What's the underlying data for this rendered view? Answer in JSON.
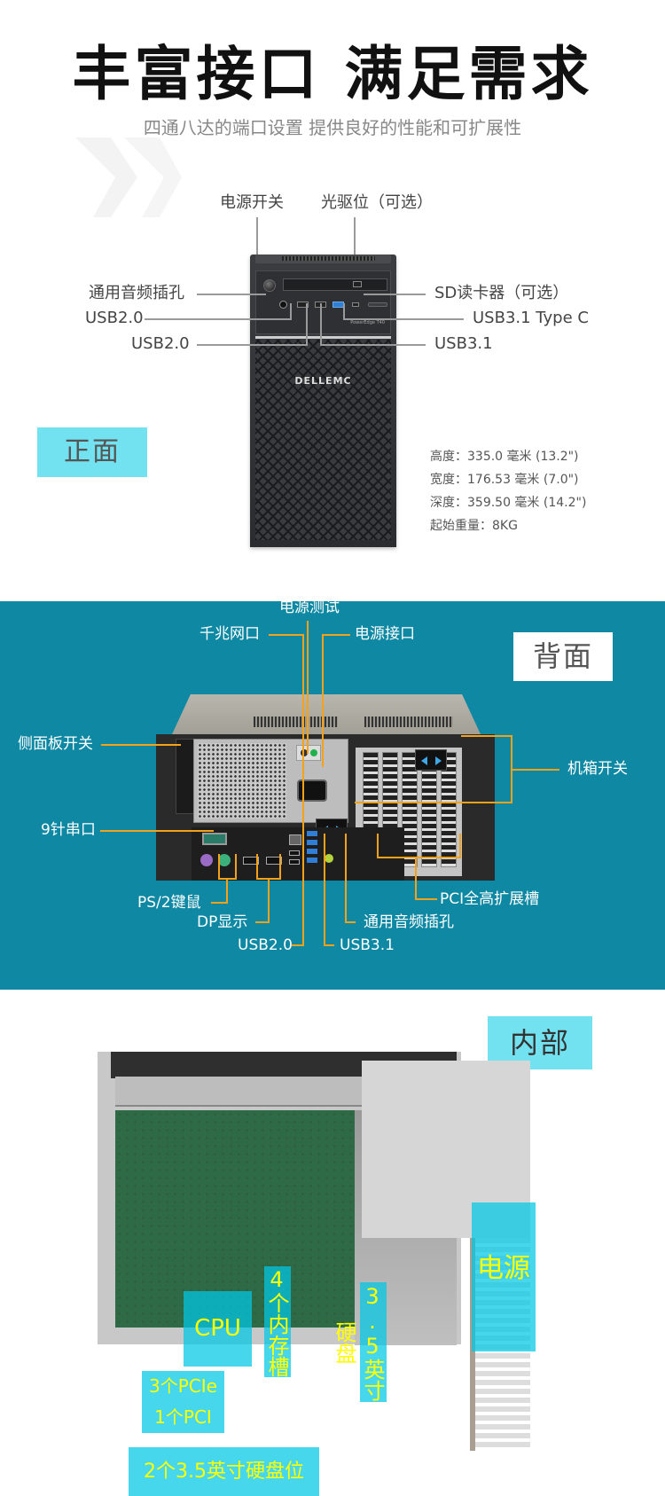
{
  "hero": {
    "title": "丰富接口  满足需求",
    "subtitle": "四通八达的端口设置 提供良好的性能和可扩展性"
  },
  "front": {
    "badge": "正面",
    "brand": "DELLEMC",
    "model": "PowerEdge T40",
    "labels": {
      "power_switch": "电源开关",
      "optical_bay": "光驱位（可选）",
      "audio_jack": "通用音频插孔",
      "usb20_a": "USB2.0",
      "usb20_b": "USB2.0",
      "sd_reader": "SD读卡器（可选）",
      "usb31_typec": "USB3.1 Type C",
      "usb31": "USB3.1"
    },
    "specs": [
      {
        "label": "高度：",
        "value": "335.0 毫米 (13.2\")"
      },
      {
        "label": "宽度：",
        "value": "176.53 毫米 (7.0\")"
      },
      {
        "label": "深度：",
        "value": "359.50 毫米 (14.2\")"
      },
      {
        "label": "起始重量：",
        "value": "8KG"
      }
    ],
    "colors": {
      "badge_bg": "#72e2f0",
      "leader_line": "#9a9a9a"
    }
  },
  "back": {
    "badge": "背面",
    "labels": {
      "power_test": "电源测试",
      "gigabit_lan": "千兆网口",
      "power_connector": "电源接口",
      "side_panel_switch": "侧面板开关",
      "chassis_switch": "机箱开关",
      "serial_9pin": "9针串口",
      "ps2": "PS/2键鼠",
      "dp": "DP显示",
      "usb20": "USB2.0",
      "usb31": "USB3.1",
      "audio_jack": "通用音频插孔",
      "pci_slots": "PCI全高扩展槽"
    },
    "colors": {
      "background": "#0f88a3",
      "leader_line": "#f4a21b",
      "label_text": "#ffffff"
    }
  },
  "internal": {
    "badge": "内部",
    "overlays": {
      "cpu": "CPU",
      "memory": "4个内存槽",
      "hdd_35": "3.5英寸硬盘",
      "psu": "电源",
      "pcie": "3个PCIe",
      "pci": "1个PCI",
      "drive_bays": "2个3.5英寸硬盘位"
    },
    "colors": {
      "overlay": "#00c8e6",
      "overlay_text": "#ffff00"
    }
  }
}
